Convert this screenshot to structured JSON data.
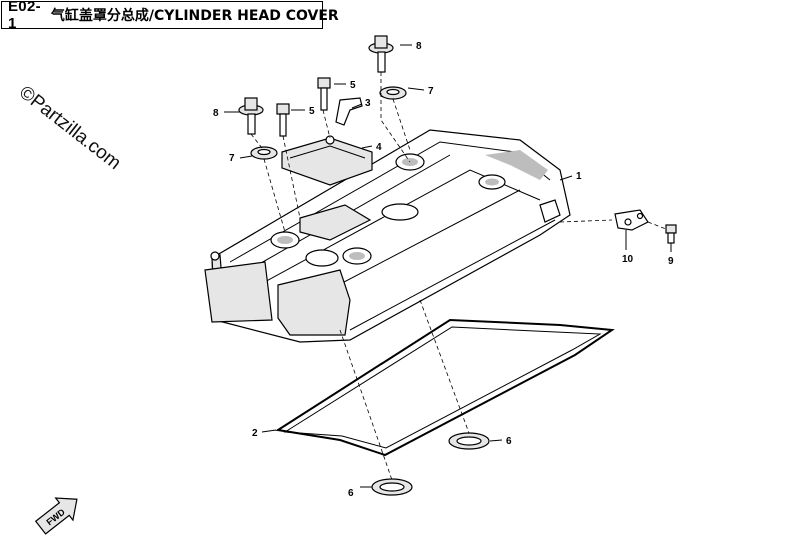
{
  "header": {
    "code": "E02-1",
    "title": "气缸盖罩分总成/CYLINDER HEAD COVER"
  },
  "watermark": "©Partzilla.com",
  "fwd_label": "FWD",
  "callouts": {
    "c1": "1",
    "c2": "2",
    "c3": "3",
    "c4": "4",
    "c5a": "5",
    "c5b": "5",
    "c6a": "6",
    "c6b": "6",
    "c7a": "7",
    "c7b": "7",
    "c8a": "8",
    "c8b": "8",
    "c9": "9",
    "c10": "10"
  }
}
